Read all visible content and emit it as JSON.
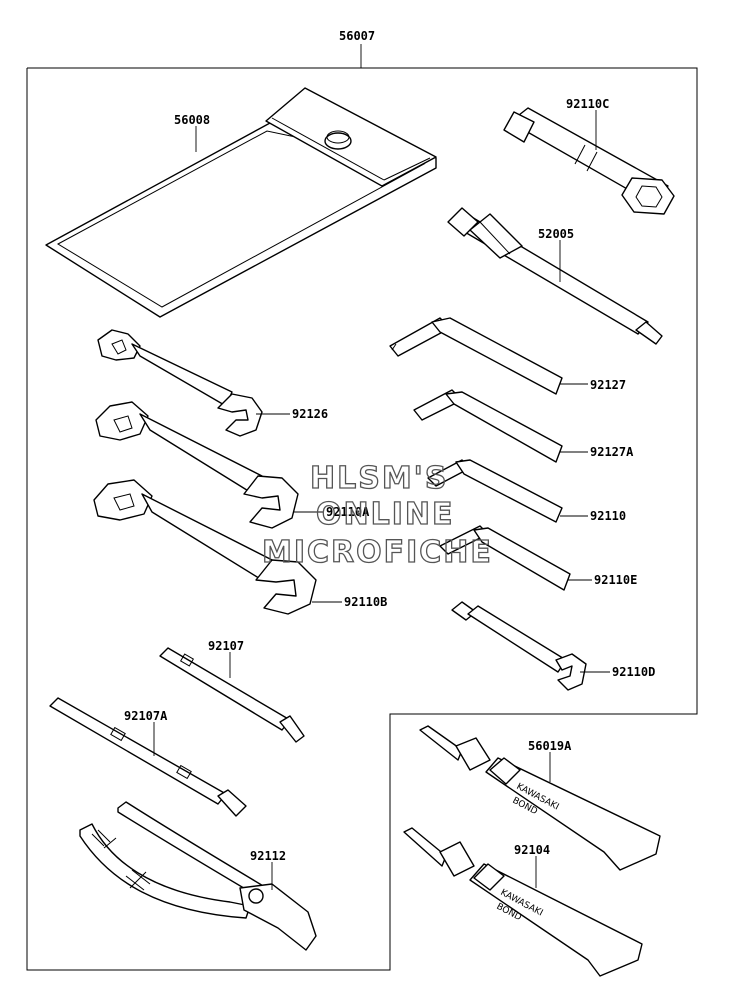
{
  "diagram": {
    "title_part": "56007",
    "parts": {
      "pouch": "56008",
      "plug_wrench": "92110C",
      "handle": "52005",
      "hex_key_1": "92127",
      "hex_key_2": "92127A",
      "hex_key_3": "92110",
      "hex_key_4": "92110E",
      "spoke_wrench": "92110D",
      "wrench_small": "92126",
      "wrench_medium": "92110A",
      "wrench_large": "92110B",
      "screwdriver_phillips": "92107",
      "screwdriver_flat": "92107A",
      "pliers": "92112",
      "bond_tube_1": "56019A",
      "bond_tube_2": "92104"
    },
    "tube_print": [
      "KAWASAKI",
      "BOND"
    ],
    "watermark": [
      "HLSM'S",
      "ONLINE",
      "MICROFICHE"
    ]
  }
}
